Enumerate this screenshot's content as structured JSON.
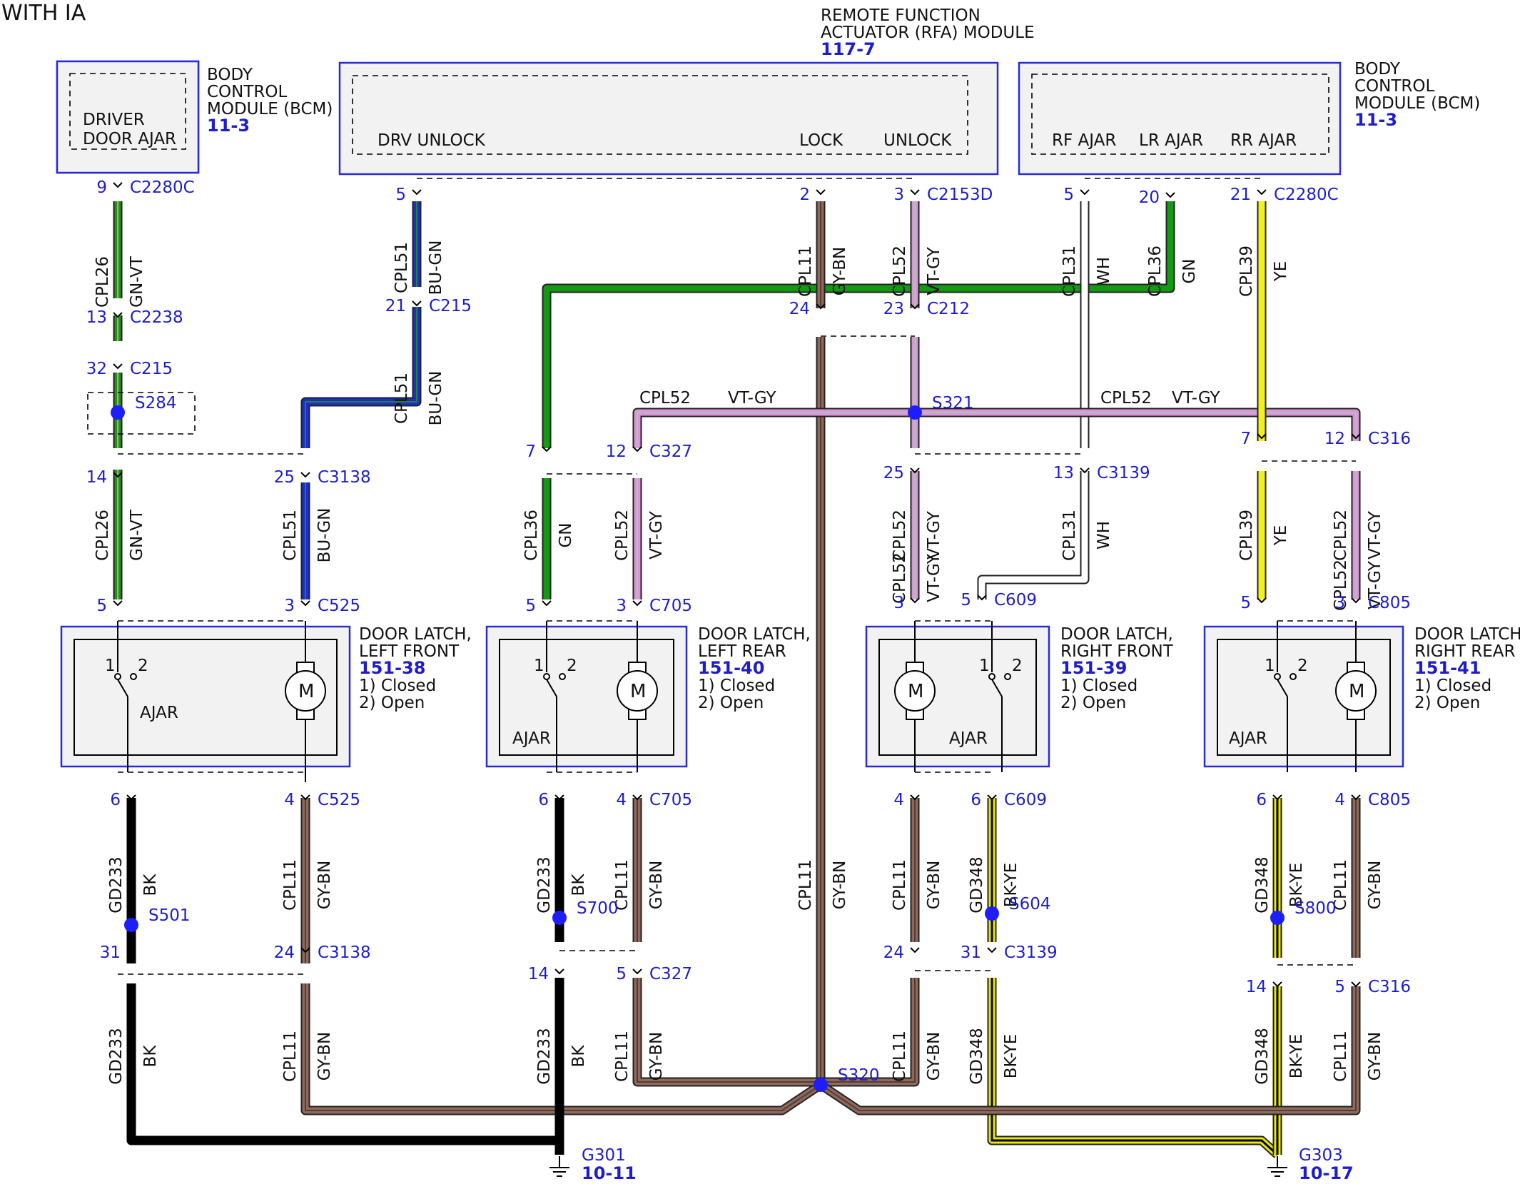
{
  "page_title": "WITH IA",
  "colors": {
    "GN-VT": "#2f8a1f",
    "BU-GN": "#1a2fd0",
    "GY-BN": "#8c6a5e",
    "VT-GY": "#d898d8",
    "WH": "#ffffff",
    "GN": "#139a13",
    "YE": "#f2f21a",
    "BK": "#000000",
    "BK-YE": "#000000",
    "splice": "#1d1dff",
    "ref": "#1d1dcc"
  },
  "modules": {
    "bcm_left": {
      "name_lines": [
        "BODY",
        "CONTROL",
        "MODULE (BCM)"
      ],
      "ref": "11-3",
      "pin_label_lines": [
        "DRIVER",
        "DOOR AJAR"
      ]
    },
    "rfa": {
      "name_lines": [
        "REMOTE FUNCTION",
        "ACTUATOR (RFA) MODULE"
      ],
      "ref": "117-7",
      "pins": [
        "DRV UNLOCK",
        "LOCK",
        "UNLOCK"
      ]
    },
    "bcm_right": {
      "name_lines": [
        "BODY",
        "CONTROL",
        "MODULE (BCM)"
      ],
      "ref": "11-3",
      "pins": [
        "RF AJAR",
        "LR AJAR",
        "RR AJAR"
      ]
    }
  },
  "latches": [
    {
      "name_lines": [
        "DOOR LATCH,",
        "LEFT FRONT"
      ],
      "ref": "151-38",
      "state_lines": [
        "1) Closed",
        "2) Open"
      ]
    },
    {
      "name_lines": [
        "DOOR LATCH,",
        "LEFT REAR"
      ],
      "ref": "151-40",
      "state_lines": [
        "1) Closed",
        "2) Open"
      ]
    },
    {
      "name_lines": [
        "DOOR LATCH,",
        "RIGHT FRONT"
      ],
      "ref": "151-39",
      "state_lines": [
        "1) Closed",
        "2) Open"
      ]
    },
    {
      "name_lines": [
        "DOOR LATCH,",
        "RIGHT REAR"
      ],
      "ref": "151-41",
      "state_lines": [
        "1) Closed",
        "2) Open"
      ]
    }
  ],
  "latch_common": {
    "ajar_label": "AJAR",
    "motor_label": "M",
    "contact_1": "1",
    "contact_2": "2"
  },
  "wire_labels": [
    {
      "circuit": "CPL26",
      "color": "GN-VT"
    },
    {
      "circuit": "CPL51",
      "color": "BU-GN"
    },
    {
      "circuit": "CPL51",
      "color": "BU-GN"
    },
    {
      "circuit": "CPL11",
      "color": "GY-BN"
    },
    {
      "circuit": "CPL52",
      "color": "VT-GY"
    },
    {
      "circuit": "CPL31",
      "color": "WH"
    },
    {
      "circuit": "CPL36",
      "color": "GN"
    },
    {
      "circuit": "CPL39",
      "color": "YE"
    },
    {
      "circuit": "CPL52",
      "color": "VT-GY"
    },
    {
      "circuit": "CPL52",
      "color": "VT-GY"
    },
    {
      "circuit": "CPL26",
      "color": "GN-VT"
    },
    {
      "circuit": "CPL51",
      "color": "BU-GN"
    },
    {
      "circuit": "CPL36",
      "color": "GN"
    },
    {
      "circuit": "CPL52",
      "color": "VT-GY"
    },
    {
      "circuit": "CPL52",
      "color": "VT-GY"
    },
    {
      "circuit": "CPL31",
      "color": "WH"
    },
    {
      "circuit": "CPL39",
      "color": "YE"
    },
    {
      "circuit": "CPL52",
      "color": "VT-GY"
    },
    {
      "circuit": "GD233",
      "color": "BK"
    },
    {
      "circuit": "CPL11",
      "color": "GY-BN"
    },
    {
      "circuit": "GD233",
      "color": "BK"
    },
    {
      "circuit": "CPL11",
      "color": "GY-BN"
    },
    {
      "circuit": "CPL11",
      "color": "GY-BN"
    },
    {
      "circuit": "CPL11",
      "color": "GY-BN"
    },
    {
      "circuit": "GD348",
      "color": "BK-YE"
    },
    {
      "circuit": "GD348",
      "color": "BK-YE"
    },
    {
      "circuit": "CPL11",
      "color": "GY-BN"
    },
    {
      "circuit": "GD233",
      "color": "BK"
    },
    {
      "circuit": "CPL11",
      "color": "GY-BN"
    },
    {
      "circuit": "GD233",
      "color": "BK"
    },
    {
      "circuit": "CPL11",
      "color": "GY-BN"
    },
    {
      "circuit": "CPL11",
      "color": "GY-BN"
    },
    {
      "circuit": "GD348",
      "color": "BK-YE"
    },
    {
      "circuit": "GD348",
      "color": "BK-YE"
    },
    {
      "circuit": "CPL11",
      "color": "GY-BN"
    }
  ],
  "pin_labels": [
    {
      "pin": "9",
      "connector": "C2280C"
    },
    {
      "pin": "5",
      "connector": ""
    },
    {
      "pin": "2",
      "connector": ""
    },
    {
      "pin": "3",
      "connector": "C2153D"
    },
    {
      "pin": "5",
      "connector": ""
    },
    {
      "pin": "20",
      "connector": ""
    },
    {
      "pin": "21",
      "connector": "C2280C"
    },
    {
      "pin": "13",
      "connector": "C2238"
    },
    {
      "pin": "32",
      "connector": "C215"
    },
    {
      "pin": "21",
      "connector": "C215"
    },
    {
      "pin": "24",
      "connector": ""
    },
    {
      "pin": "23",
      "connector": "C212"
    },
    {
      "pin": "14",
      "connector": ""
    },
    {
      "pin": "25",
      "connector": "C3138"
    },
    {
      "pin": "7",
      "connector": ""
    },
    {
      "pin": "12",
      "connector": "C327"
    },
    {
      "pin": "25",
      "connector": ""
    },
    {
      "pin": "13",
      "connector": "C3139"
    },
    {
      "pin": "7",
      "connector": ""
    },
    {
      "pin": "12",
      "connector": "C316"
    },
    {
      "pin": "5",
      "connector": ""
    },
    {
      "pin": "3",
      "connector": "C525"
    },
    {
      "pin": "5",
      "connector": ""
    },
    {
      "pin": "3",
      "connector": "C705"
    },
    {
      "pin": "3",
      "connector": ""
    },
    {
      "pin": "5",
      "connector": "C609"
    },
    {
      "pin": "5",
      "connector": ""
    },
    {
      "pin": "3",
      "connector": "C805"
    },
    {
      "pin": "6",
      "connector": ""
    },
    {
      "pin": "4",
      "connector": "C525"
    },
    {
      "pin": "6",
      "connector": ""
    },
    {
      "pin": "4",
      "connector": "C705"
    },
    {
      "pin": "4",
      "connector": ""
    },
    {
      "pin": "6",
      "connector": "C609"
    },
    {
      "pin": "6",
      "connector": ""
    },
    {
      "pin": "4",
      "connector": "C805"
    },
    {
      "pin": "31",
      "connector": ""
    },
    {
      "pin": "24",
      "connector": "C3138"
    },
    {
      "pin": "14",
      "connector": ""
    },
    {
      "pin": "5",
      "connector": "C327"
    },
    {
      "pin": "24",
      "connector": ""
    },
    {
      "pin": "31",
      "connector": "C3139"
    },
    {
      "pin": "14",
      "connector": ""
    },
    {
      "pin": "5",
      "connector": "C316"
    }
  ],
  "splices": [
    "S284",
    "S321",
    "S501",
    "S700",
    "S604",
    "S800",
    "S320"
  ],
  "horizontal_labels": [
    {
      "circuit": "CPL52",
      "color": "VT-GY"
    },
    {
      "circuit": "CPL52",
      "color": "VT-GY"
    }
  ],
  "grounds": [
    {
      "name": "G301",
      "ref": "10-11"
    },
    {
      "name": "G303",
      "ref": "10-17"
    }
  ]
}
